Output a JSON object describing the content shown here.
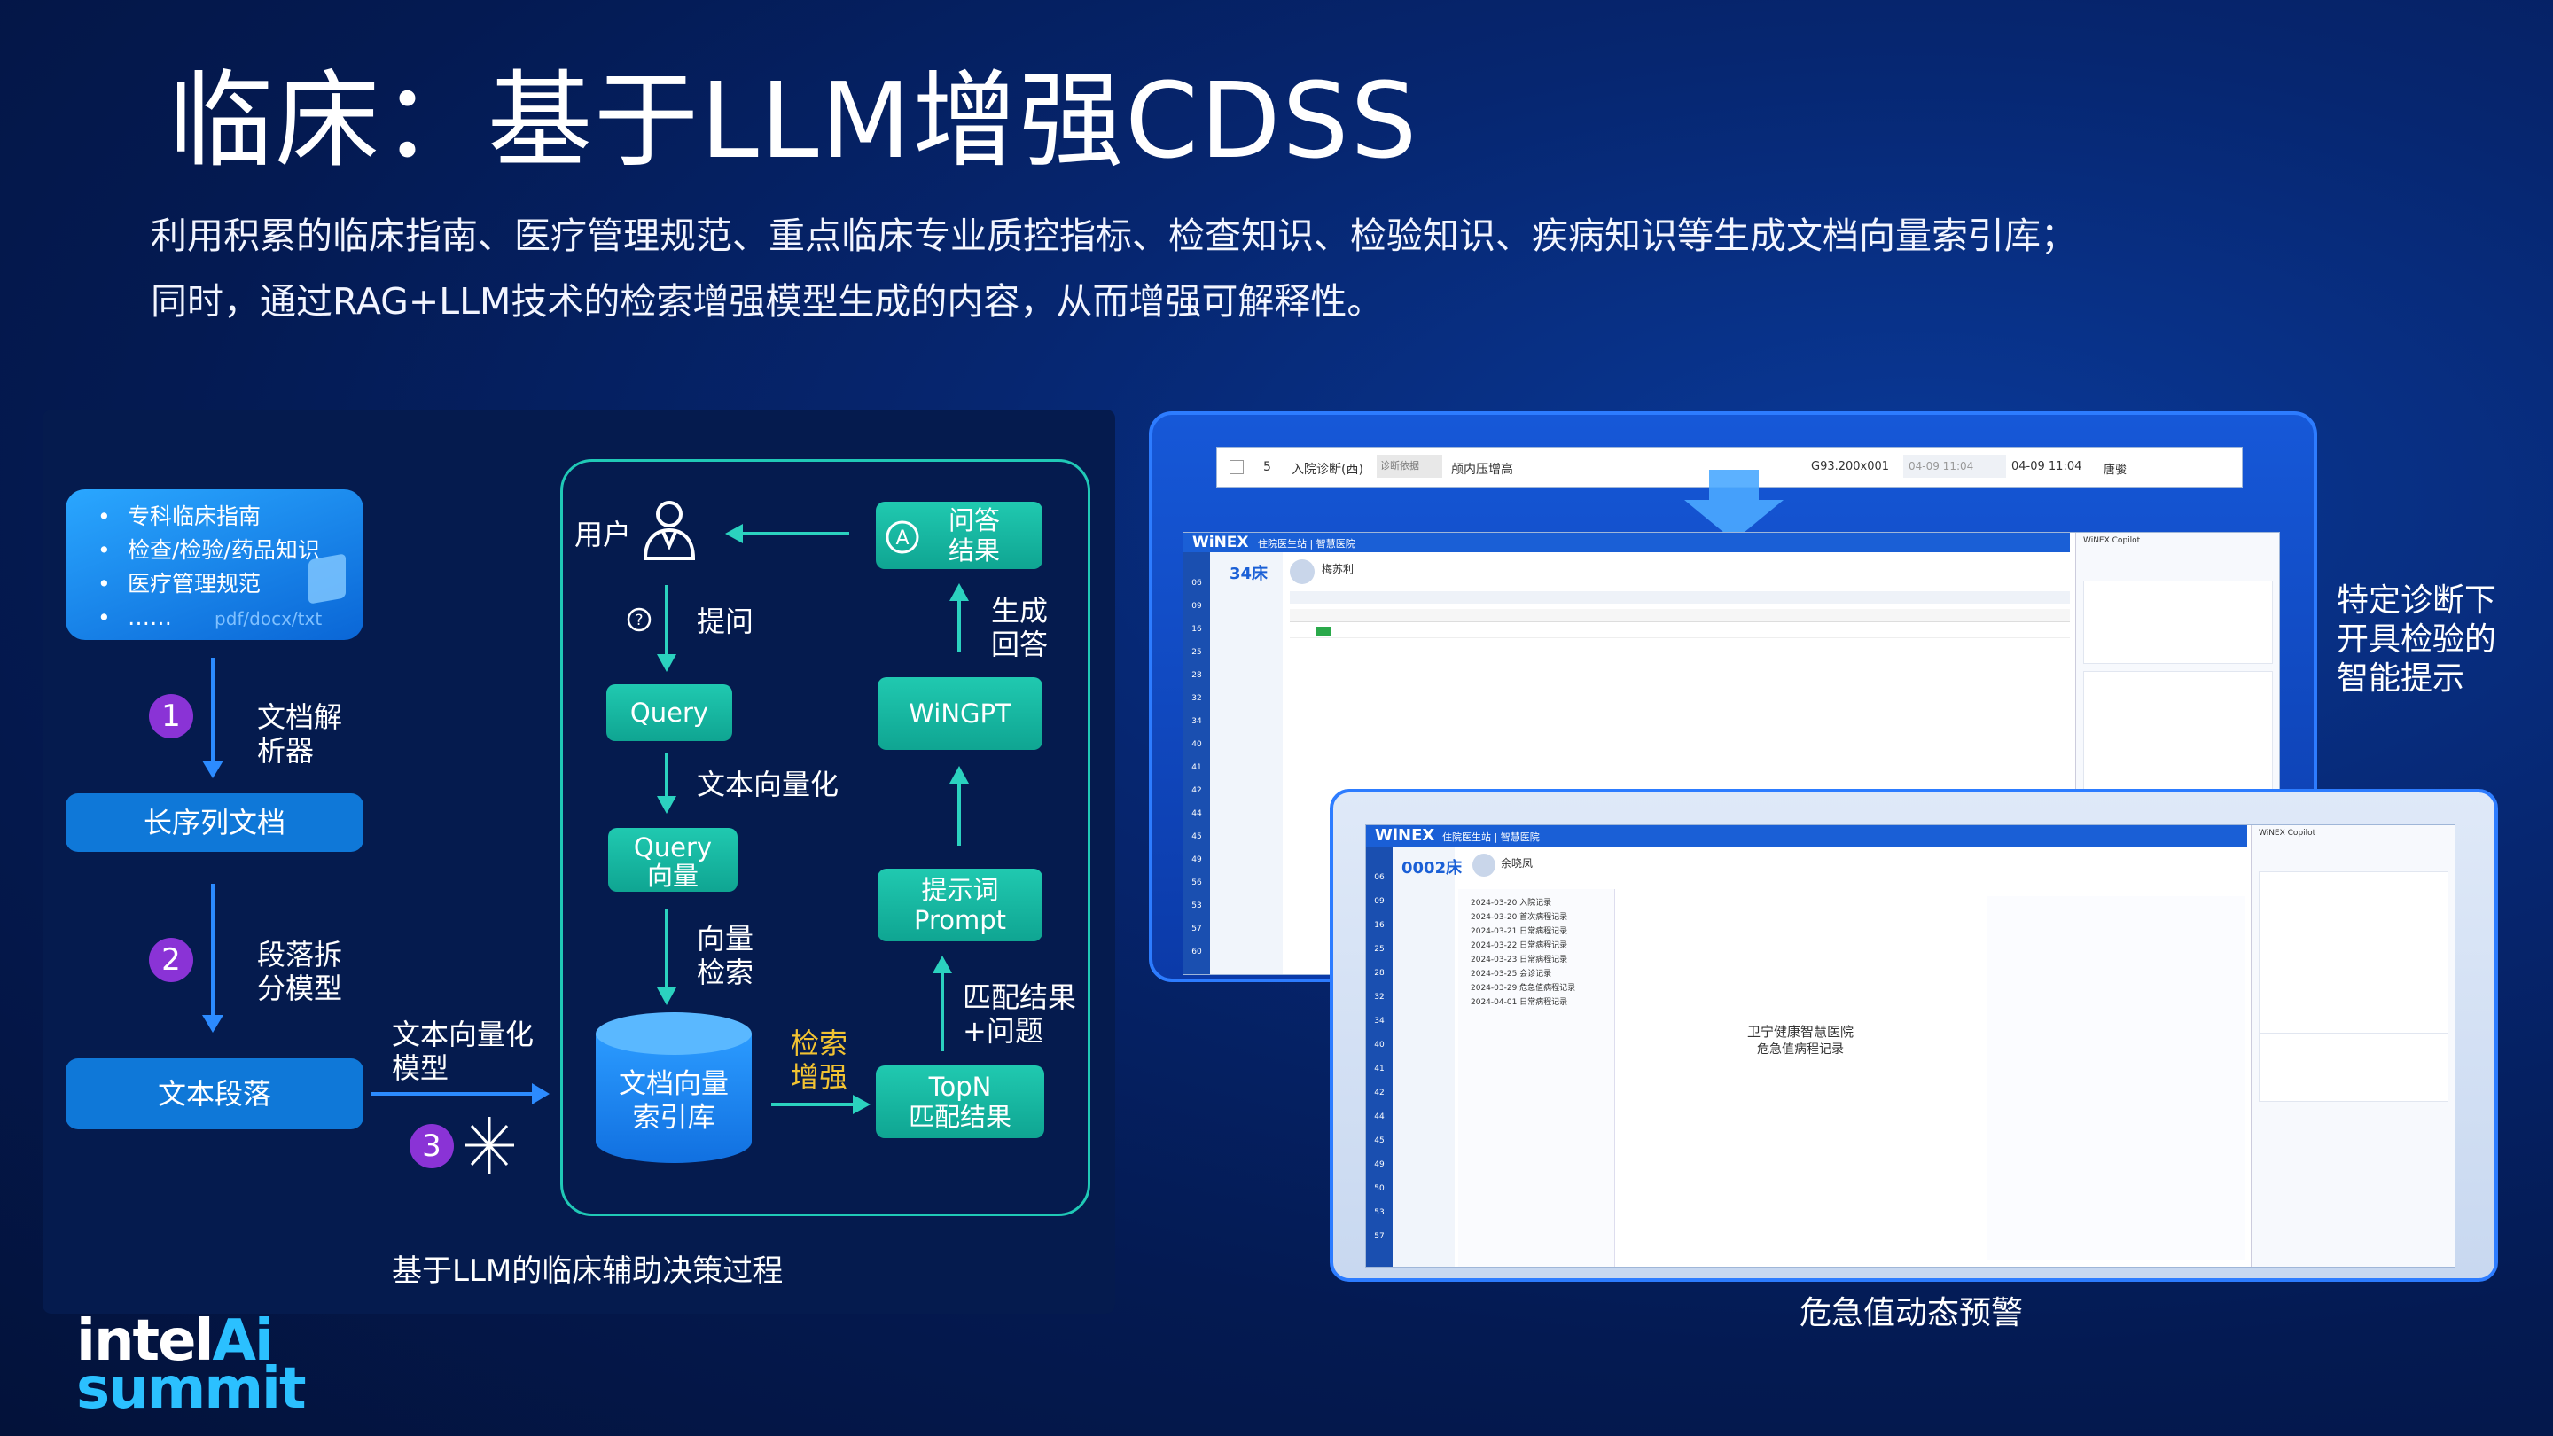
{
  "slide": {
    "title": "临床：基于LLM增强CDSS",
    "intro_line1": "利用积累的临床指南、医疗管理规范、重点临床专业质控指标、检查知识、检验知识、疾病知识等生成文档向量索引库；",
    "intro_line2": "同时，通过RAG+LLM技术的检索增强模型生成的内容，从而增强可解释性。"
  },
  "left_diagram": {
    "doc_items": [
      "专科临床指南",
      "检查/检验/药品知识",
      "医疗管理规范",
      "……"
    ],
    "doc_formats": "pdf/docx/txt",
    "step1": "1",
    "step1_label": [
      "文档解",
      "析器"
    ],
    "long_doc": "长序列文档",
    "step2": "2",
    "step2_label": [
      "段落拆",
      "分模型"
    ],
    "paragraph": "文本段落",
    "vectorize_label": [
      "文本向量化",
      "模型"
    ],
    "step3": "3",
    "caption": "基于LLM的临床辅助决策过程"
  },
  "flow": {
    "user": "用户",
    "answer": [
      "问答",
      "结果"
    ],
    "ask": "提问",
    "generate": [
      "生成",
      "回答"
    ],
    "query": "Query",
    "wingpt": "WiNGPT",
    "text_vectorize": "文本向量化",
    "query_vector": [
      "Query",
      "向量"
    ],
    "prompt": [
      "提示词",
      "Prompt"
    ],
    "vector_search": [
      "向量",
      "检索"
    ],
    "match": [
      "匹配结果",
      "+问题"
    ],
    "db": [
      "文档向量",
      "索引库"
    ],
    "enhance": [
      "检索",
      "增强"
    ],
    "topn": [
      "TopN",
      "匹配结果"
    ]
  },
  "right": {
    "top_strip": [
      "5",
      "入院诊断(西)",
      "诊断依据",
      "颅内压增高",
      "G93.200x001",
      "04-09 11:04",
      "04-09 11:04",
      "唐骏"
    ],
    "emr1": {
      "brand": "WiNEX",
      "site": "住院医生站 | 智慧医院",
      "bed": "34床",
      "patient": "梅苏利",
      "sidebar": [
        "06",
        "09",
        "16",
        "25",
        "28",
        "32",
        "34",
        "40",
        "41",
        "42",
        "44",
        "45",
        "49",
        "56",
        "53",
        "57",
        "60"
      ],
      "copilot": "WiNEX Copilot"
    },
    "emr2": {
      "brand": "WiNEX",
      "site": "住院医生站 | 智慧医院",
      "bed": "0002床",
      "patient": "余晓凤",
      "doc_title": "卫宁健康智慧医院",
      "doc_subtitle": "危急值病程记录",
      "records": [
        "2024-03-20 入院记录",
        "2024-03-20 首次病程记录",
        "2024-03-21 日常病程记录",
        "2024-03-22 日常病程记录",
        "2024-03-23 日常病程记录",
        "2024-03-25 会诊记录",
        "2024-03-29 危急值病程记录",
        "2024-04-01 日常病程记录"
      ],
      "sidebar": [
        "06",
        "09",
        "16",
        "25",
        "28",
        "32",
        "34",
        "40",
        "41",
        "42",
        "44",
        "45",
        "49",
        "50",
        "53",
        "57"
      ],
      "copilot": "WiNEX Copilot"
    },
    "note_top": [
      "特定诊断下",
      "开具检验的",
      "智能提示"
    ],
    "note_bottom": "危急值动态预警"
  },
  "logo": {
    "line1": "intel",
    "line1b": "Ai",
    "line2": "summit"
  },
  "colors": {
    "teal": "#20c9b0",
    "blue": "#0f78d8",
    "purple": "#8a33d6",
    "gold": "#f1c232"
  }
}
